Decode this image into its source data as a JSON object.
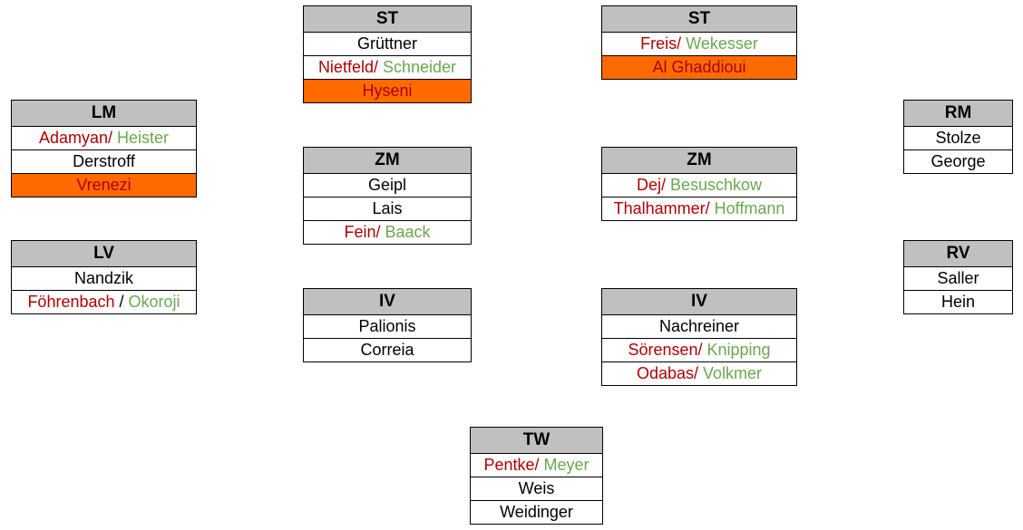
{
  "positions": {
    "st_left": {
      "label": "ST",
      "rows": [
        {
          "parts": [
            {
              "text": "Grüttner",
              "color": "black"
            }
          ],
          "highlight": false
        },
        {
          "parts": [
            {
              "text": "Nietfeld/ ",
              "color": "red"
            },
            {
              "text": "Schneider",
              "color": "green"
            }
          ],
          "highlight": false
        },
        {
          "parts": [
            {
              "text": "Hyseni",
              "color": "red"
            }
          ],
          "highlight": true
        }
      ]
    },
    "st_right": {
      "label": "ST",
      "rows": [
        {
          "parts": [
            {
              "text": "Freis/ ",
              "color": "red"
            },
            {
              "text": "Wekesser",
              "color": "green"
            }
          ],
          "highlight": false
        },
        {
          "parts": [
            {
              "text": "Al Ghaddioui",
              "color": "red"
            }
          ],
          "highlight": true
        }
      ]
    },
    "lm": {
      "label": "LM",
      "rows": [
        {
          "parts": [
            {
              "text": "Adamyan/ ",
              "color": "red"
            },
            {
              "text": "Heister",
              "color": "green"
            }
          ],
          "highlight": false
        },
        {
          "parts": [
            {
              "text": "Derstroff",
              "color": "black"
            }
          ],
          "highlight": false
        },
        {
          "parts": [
            {
              "text": "Vrenezi",
              "color": "red"
            }
          ],
          "highlight": true
        }
      ]
    },
    "rm": {
      "label": "RM",
      "rows": [
        {
          "parts": [
            {
              "text": "Stolze",
              "color": "black"
            }
          ],
          "highlight": false
        },
        {
          "parts": [
            {
              "text": "George",
              "color": "black"
            }
          ],
          "highlight": false
        }
      ]
    },
    "zm_left": {
      "label": "ZM",
      "rows": [
        {
          "parts": [
            {
              "text": "Geipl",
              "color": "black"
            }
          ],
          "highlight": false
        },
        {
          "parts": [
            {
              "text": "Lais",
              "color": "black"
            }
          ],
          "highlight": false
        },
        {
          "parts": [
            {
              "text": "Fein/ ",
              "color": "red"
            },
            {
              "text": "Baack",
              "color": "green"
            }
          ],
          "highlight": false
        }
      ]
    },
    "zm_right": {
      "label": "ZM",
      "rows": [
        {
          "parts": [
            {
              "text": "Dej/ ",
              "color": "red"
            },
            {
              "text": "Besuschkow",
              "color": "green"
            }
          ],
          "highlight": false
        },
        {
          "parts": [
            {
              "text": "Thalhammer/ ",
              "color": "red"
            },
            {
              "text": "Hoffmann",
              "color": "green"
            }
          ],
          "highlight": false
        }
      ]
    },
    "lv": {
      "label": "LV",
      "rows": [
        {
          "parts": [
            {
              "text": "Nandzik",
              "color": "black"
            }
          ],
          "highlight": false
        },
        {
          "parts": [
            {
              "text": "Föhrenbach",
              "color": "red"
            },
            {
              "text": " / ",
              "color": "black"
            },
            {
              "text": "Okoroji",
              "color": "green"
            }
          ],
          "highlight": false
        }
      ]
    },
    "rv": {
      "label": "RV",
      "rows": [
        {
          "parts": [
            {
              "text": "Saller",
              "color": "black"
            }
          ],
          "highlight": false
        },
        {
          "parts": [
            {
              "text": "Hein",
              "color": "black"
            }
          ],
          "highlight": false
        }
      ]
    },
    "iv_left": {
      "label": "IV",
      "rows": [
        {
          "parts": [
            {
              "text": "Palionis",
              "color": "black"
            }
          ],
          "highlight": false
        },
        {
          "parts": [
            {
              "text": "Correia",
              "color": "black"
            }
          ],
          "highlight": false
        }
      ]
    },
    "iv_right": {
      "label": "IV",
      "rows": [
        {
          "parts": [
            {
              "text": "Nachreiner",
              "color": "black"
            }
          ],
          "highlight": false
        },
        {
          "parts": [
            {
              "text": "Sörensen/ ",
              "color": "red"
            },
            {
              "text": "Knipping",
              "color": "green"
            }
          ],
          "highlight": false
        },
        {
          "parts": [
            {
              "text": "Odabas/ ",
              "color": "red"
            },
            {
              "text": "Volkmer",
              "color": "green"
            }
          ],
          "highlight": false
        }
      ]
    },
    "tw": {
      "label": "TW",
      "rows": [
        {
          "parts": [
            {
              "text": "Pentke/ ",
              "color": "red"
            },
            {
              "text": "Meyer",
              "color": "green"
            }
          ],
          "highlight": false
        },
        {
          "parts": [
            {
              "text": "Weis",
              "color": "black"
            }
          ],
          "highlight": false
        },
        {
          "parts": [
            {
              "text": "Weidinger",
              "color": "black"
            }
          ],
          "highlight": false
        }
      ]
    }
  },
  "colors": {
    "header_bg": "#c0c0c0",
    "highlight_bg": "#ff6a00",
    "red": "#b00000",
    "green": "#6aa84f"
  }
}
